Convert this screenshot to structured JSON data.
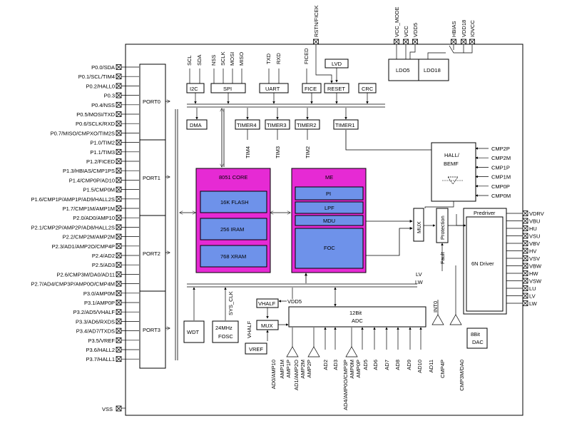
{
  "chip": {
    "left_pins": [
      "P0.0/SDA",
      "P0.1/SCL/TIM4",
      "P0.2/HALL0",
      "P0.3",
      "P0.4/NSS",
      "P0.5/MOSI/TXD",
      "P0.6/SCLK/RXD",
      "P0.7/MISO/CMPXO/TIM2S",
      "P1.0/TIM2",
      "P1.1/TIM3",
      "P1.2/FICED",
      "P1.3/HBIAS/CMP1PS",
      "P1.4/CMP0P/AD10",
      "P1.5/CMP0M",
      "P1.6/CMP1P/AMP1P/AD9/HALL2S",
      "P1.7/CMP1M/AMP1M",
      "P2.0/AD0/AMP10",
      "P2.1/CMP2P/AMP2P/AD8/HALL2S",
      "P2.2/CMP2M/AMP2M",
      "P2.3/AD1/AMP2O/CMP4P",
      "P2.4/AD2",
      "P2.5/AD3",
      "P2.6/CMP3M/DA0/AD11",
      "P2.7/AD4/CMP3P/AMP0O/CMP4M",
      "P3.0/AMP0M",
      "P3.1/AMP0P",
      "P3.2/AD5/VHALF",
      "P3.3/AD6/RXDS",
      "P3.4/AD7/TXDS",
      "P3.5/VREF",
      "P3.6/HALL2",
      "P3.7/HALL1"
    ],
    "vss": "VSS",
    "ports": [
      "PORT0",
      "PORT1",
      "PORT2",
      "PORT3"
    ],
    "top_pins": [
      "RSTN/FICEK",
      "VCC_MODE",
      "VCC",
      "VDD5",
      "HBIAS",
      "VDD18",
      "IOVCC"
    ],
    "ldo5": "LDO5",
    "ldo18": "LDO18",
    "lvd": "LVD",
    "bus_top": [
      {
        "pins": [
          "SCL",
          "SDA"
        ],
        "block": "I2C"
      },
      {
        "pins": [
          "NSS",
          "SCLK",
          "MOSI",
          "MISO"
        ],
        "block": "SPI"
      },
      {
        "pins": [
          "TXD",
          "RXD"
        ],
        "block": "UART"
      },
      {
        "pins": [
          "FICED"
        ],
        "block": "FICE"
      },
      {
        "pins": [],
        "block": "RESET"
      },
      {
        "pins": [],
        "block": "CRC"
      }
    ],
    "dma": "DMA",
    "timers": [
      "TIMER4",
      "TIMER3",
      "TIMER2",
      "TIMER1"
    ],
    "timer_pins": [
      "TIM4",
      "TIM3",
      "TIM2"
    ],
    "core": {
      "title": "8051 CORE",
      "items": [
        "16K FLASH",
        "256 IRAM",
        "768 XRAM"
      ]
    },
    "me": {
      "title": "ME",
      "items": [
        "PI",
        "LPF",
        "MDU",
        "FOC"
      ]
    },
    "hall": {
      "title1": "HALL/",
      "title2": "BEMF"
    },
    "cmp_pins": [
      "CMP2P",
      "CMP2M",
      "CMP1P",
      "CMP1M",
      "CMP0P",
      "CMP0M"
    ],
    "mux": "MUX",
    "protection": "Protection",
    "fault": "Fault",
    "predriver": "Predriver",
    "driver": "6N Driver",
    "right_pins": [
      "VDRV",
      "VBU",
      "HU",
      "VSU",
      "VBV",
      "HV",
      "VSV",
      "VBW",
      "HW",
      "VSW",
      "LU",
      "LV",
      "LW"
    ],
    "lv_lw": [
      "LV",
      "LW"
    ],
    "wdt": "WDT",
    "sys_clk": "SYS_CLK",
    "osc": [
      "24MHz",
      "FOSC"
    ],
    "vhalf": "VHALF",
    "vdd5_lbl": "VDD5",
    "vhalf_pin": "VHALF",
    "mux2": "MUX",
    "vref": "VREF",
    "adc": [
      "12Bit",
      "ADC"
    ],
    "bottom_pins": [
      "AD0/AMP10",
      "AMP1M",
      "AMP1P",
      "AD1/AMP2O",
      "AMP2M",
      "AMP2P",
      "AD2",
      "AD3",
      "AD4/AMP0O/CMP3P",
      "AMP0M",
      "AMP0P",
      "AD5",
      "AD6",
      "AD7",
      "AD8",
      "AD9",
      "AD10",
      "AD11",
      "CMP4P",
      "CMP3M/DA0"
    ],
    "int0": "INT0",
    "dac": [
      "8Bit",
      "DAC"
    ]
  }
}
